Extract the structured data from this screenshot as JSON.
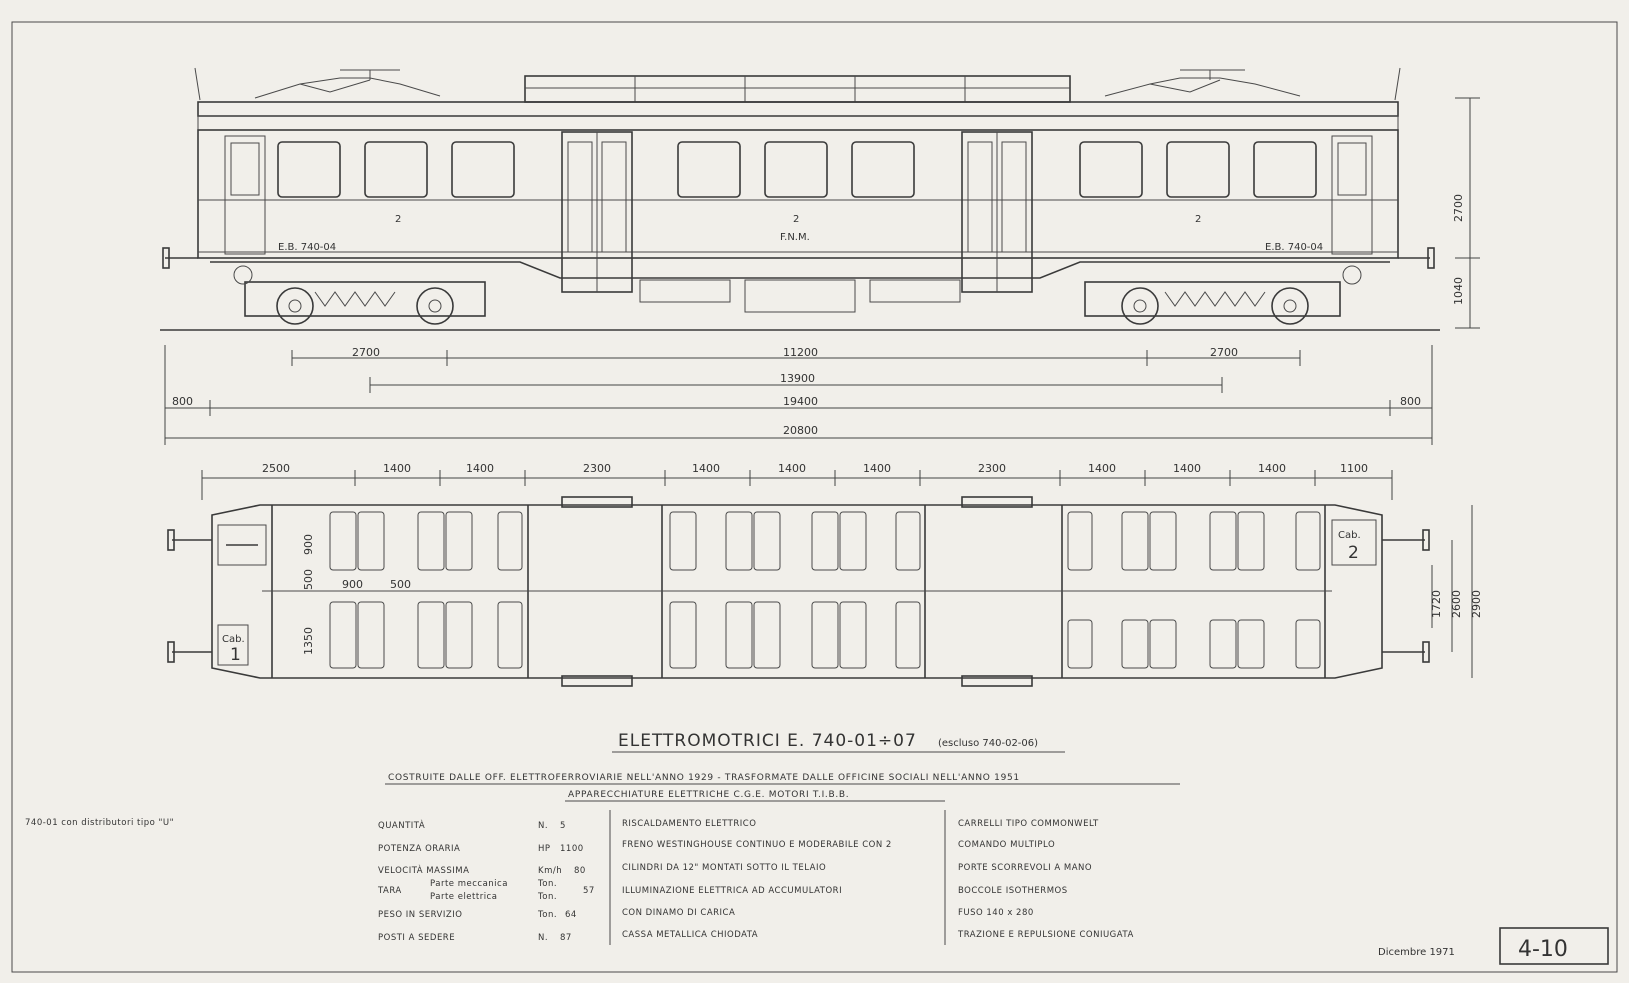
{
  "side_view": {
    "car_label_left": "E.B. 740-04",
    "car_label_right": "E.B. 740-04",
    "class_marks": [
      "2",
      "2",
      "2"
    ],
    "owner_mark": "F.N.M.",
    "dims_height": [
      "2700",
      "1040"
    ],
    "dims_row1": [
      "2700",
      "11200",
      "2700"
    ],
    "dim_13900": "13900",
    "dim_19400": "19400",
    "dim_left_800": "800",
    "dim_right_800": "800",
    "dim_total": "20800"
  },
  "plan_view": {
    "top_dims": [
      "2500",
      "1400",
      "1400",
      "2300",
      "1400",
      "1400",
      "1400",
      "2300",
      "1400",
      "1400",
      "1400",
      "1100"
    ],
    "inner_dims": [
      "900",
      "500",
      "900",
      "500",
      "1350"
    ],
    "right_dims": [
      "1720",
      "2600",
      "2900"
    ],
    "cab1_label": "Cab.",
    "cab1_num": "1",
    "cab2_label": "Cab.",
    "cab2_num": "2"
  },
  "title_block": {
    "title": "ELETTROMOTRICI  E. 740-01÷07",
    "title_note": "(escluso 740-02-06)",
    "subtitle1": "COSTRUITE DALLE OFF. ELETTROFERROVIARIE NELL'ANNO 1929 - TRASFORMATE DALLE OFFICINE SOCIALI NELL'ANNO 1951",
    "subtitle2": "APPARECCHIATURE ELETTRICHE C.G.E. MOTORI T.I.B.B.",
    "left_note": "740-01 con distributori tipo \"U\"",
    "specs": [
      {
        "label": "QUANTITÀ",
        "unit": "N.",
        "value": "5"
      },
      {
        "label": "POTENZA ORARIA",
        "unit": "HP",
        "value": "1100"
      },
      {
        "label": "VELOCITÀ MASSIMA",
        "unit": "Km/h",
        "value": "80"
      },
      {
        "label": "TARA",
        "unit": "",
        "value": ""
      },
      {
        "label": "PESO IN SERVIZIO",
        "unit": "Ton.",
        "value": "64"
      },
      {
        "label": "POSTI A SEDERE",
        "unit": "N.",
        "value": "87"
      }
    ],
    "tara_parts": [
      "Parte meccanica",
      "Parte elettrica"
    ],
    "tara_units": [
      "Ton.",
      "Ton."
    ],
    "tara_total": "57",
    "col2": [
      "RISCALDAMENTO ELETTRICO",
      "FRENO WESTINGHOUSE CONTINUO E MODERABILE CON 2",
      "CILINDRI DA 12\" MONTATI SOTTO IL TELAIO",
      "ILLUMINAZIONE ELETTRICA AD ACCUMULATORI",
      "CON DINAMO DI CARICA",
      "CASSA METALLICA CHIODATA"
    ],
    "col3": [
      "CARRELLI TIPO COMMONWELT",
      "COMANDO MULTIPLO",
      "PORTE SCORREVOLI A MANO",
      "BOCCOLE ISOTHERMOS",
      "FUSO 140 x 280",
      "TRAZIONE E REPULSIONE CONIUGATA"
    ],
    "date": "Dicembre 1971",
    "sheet_no": "4-10"
  }
}
